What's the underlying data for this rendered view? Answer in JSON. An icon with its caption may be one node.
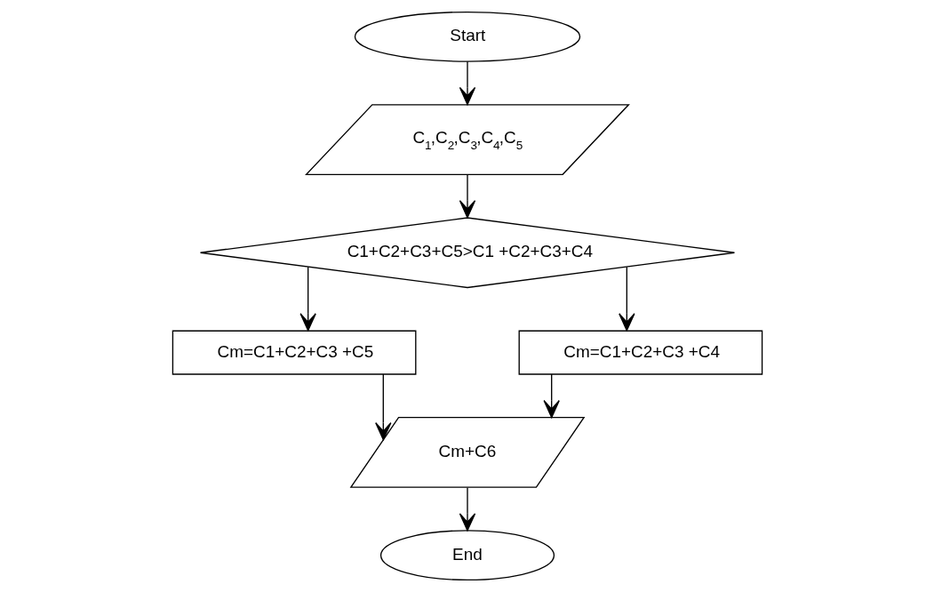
{
  "diagram": {
    "nodes": [
      {
        "text": [
          "Start"
        ]
      },
      {
        "text": [
          "C$_{1}$,C$_{2}$,C$_{3}$,C$_{4}$,C$_{5}$"
        ]
      },
      {
        "text": [
          "C1+C2+C3+C5>C1 +C2+C3+C4"
        ]
      },
      {
        "text": [
          "Cm=C1+C2+C3 +C5"
        ]
      },
      {
        "text": [
          "Cm=C1+C2+C3 +C4"
        ]
      },
      {
        "text": [
          "Cm+C6"
        ]
      },
      {
        "text": [
          "End"
        ]
      }
    ],
    "edges": [
      {
        "from": 0,
        "to": 1,
        "arrow": "to"
      },
      {
        "from": 1,
        "to": 2,
        "arrow": "to"
      },
      {
        "from": 2,
        "to": 3,
        "arrow": "to"
      },
      {
        "from": 2,
        "to": 4,
        "arrow": "to"
      },
      {
        "from": 3,
        "to": 5,
        "arrow": "to"
      },
      {
        "from": 4,
        "to": 5,
        "arrow": "to"
      },
      {
        "from": 5,
        "to": 6,
        "arrow": "to"
      }
    ]
  }
}
